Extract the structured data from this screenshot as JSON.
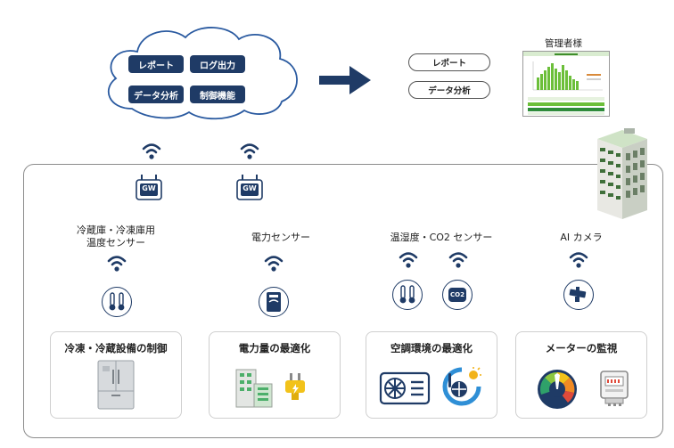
{
  "cloud": {
    "buttons": [
      "レポート",
      "ログ出力",
      "データ分析",
      "制御機能"
    ]
  },
  "admin": {
    "label": "管理者様",
    "buttons": [
      "レポート",
      "データ分析"
    ]
  },
  "gateways": [
    "GW",
    "GW"
  ],
  "sensors": {
    "fridge": "冷蔵庫・冷凍庫用\n温度センサー",
    "power": "電力センサー",
    "climate": "温湿度・CO2 センサー",
    "camera": "AI カメラ",
    "co2_badge": "CO2"
  },
  "cards": [
    {
      "title": "冷凍・冷蔵設備の制御"
    },
    {
      "title": "電力量の最適化"
    },
    {
      "title": "空調環境の最適化"
    },
    {
      "title": "メーターの監視"
    }
  ],
  "colors": {
    "navy": "#1f3b66",
    "cloud_stroke": "#2a5aa0",
    "gray_border": "#8c8c8c",
    "chart_green": "#6cbf3a"
  }
}
